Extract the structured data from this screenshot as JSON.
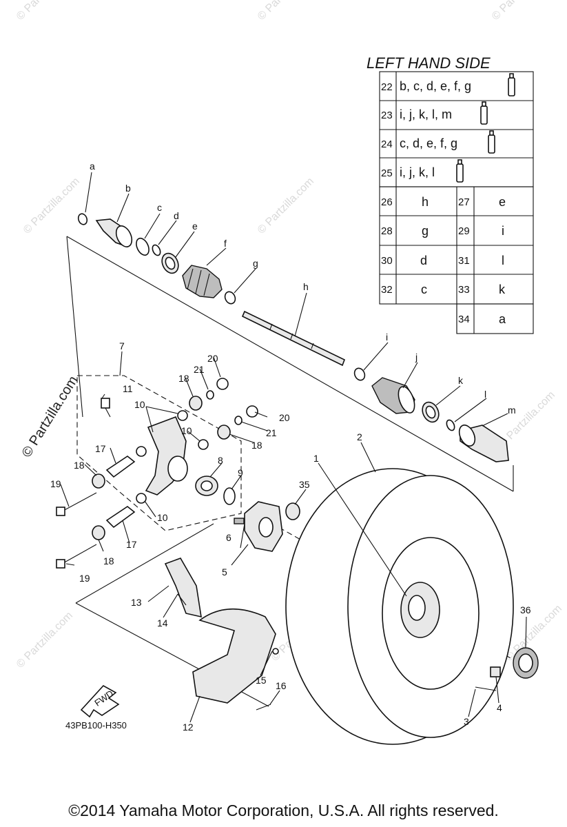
{
  "watermark": {
    "text": "© Partzilla.com"
  },
  "legend": {
    "title": "LEFT HAND SIDE",
    "kit_rows": [
      {
        "num": "22",
        "letters": "b, c, d, e, f, g"
      },
      {
        "num": "23",
        "letters": "i, j, k, l, m"
      },
      {
        "num": "24",
        "letters": "c, d, e, f, g"
      },
      {
        "num": "25",
        "letters": "i, j, k, l"
      }
    ],
    "pair_rows": [
      {
        "num_a": "26",
        "letter_a": "h",
        "num_b": "27",
        "letter_b": "e"
      },
      {
        "num_a": "28",
        "letter_a": "g",
        "num_b": "29",
        "letter_b": "i"
      },
      {
        "num_a": "30",
        "letter_a": "d",
        "num_b": "31",
        "letter_b": "l"
      },
      {
        "num_a": "32",
        "letter_a": "c",
        "num_b": "33",
        "letter_b": "k"
      }
    ],
    "last_row": {
      "num": "34",
      "letter": "a"
    }
  },
  "callouts": {
    "a": "a",
    "b": "b",
    "c": "c",
    "d": "d",
    "e": "e",
    "f": "f",
    "g": "g",
    "h": "h",
    "i": "i",
    "j": "j",
    "k": "k",
    "l": "l",
    "m": "m",
    "n1": "1",
    "n2": "2",
    "n3": "3",
    "n4": "4",
    "n5": "5",
    "n6": "6",
    "n7": "7",
    "n8": "8",
    "n9": "9",
    "n10a": "10",
    "n10b": "10",
    "n10c": "10",
    "n11": "11",
    "n12": "12",
    "n13": "13",
    "n14": "14",
    "n15": "15",
    "n16": "16",
    "n17a": "17",
    "n17b": "17",
    "n18a": "18",
    "n18b": "18",
    "n18c": "18",
    "n18d": "18",
    "n19a": "19",
    "n19b": "19",
    "n20a": "20",
    "n20b": "20",
    "n21a": "21",
    "n21b": "21",
    "n35": "35",
    "n36": "36"
  },
  "fwd_label": "FWD",
  "diagram_code": "43PB100-H350",
  "copyright": "©2014  Yamaha Motor Corporation, U.S.A. All rights reserved."
}
